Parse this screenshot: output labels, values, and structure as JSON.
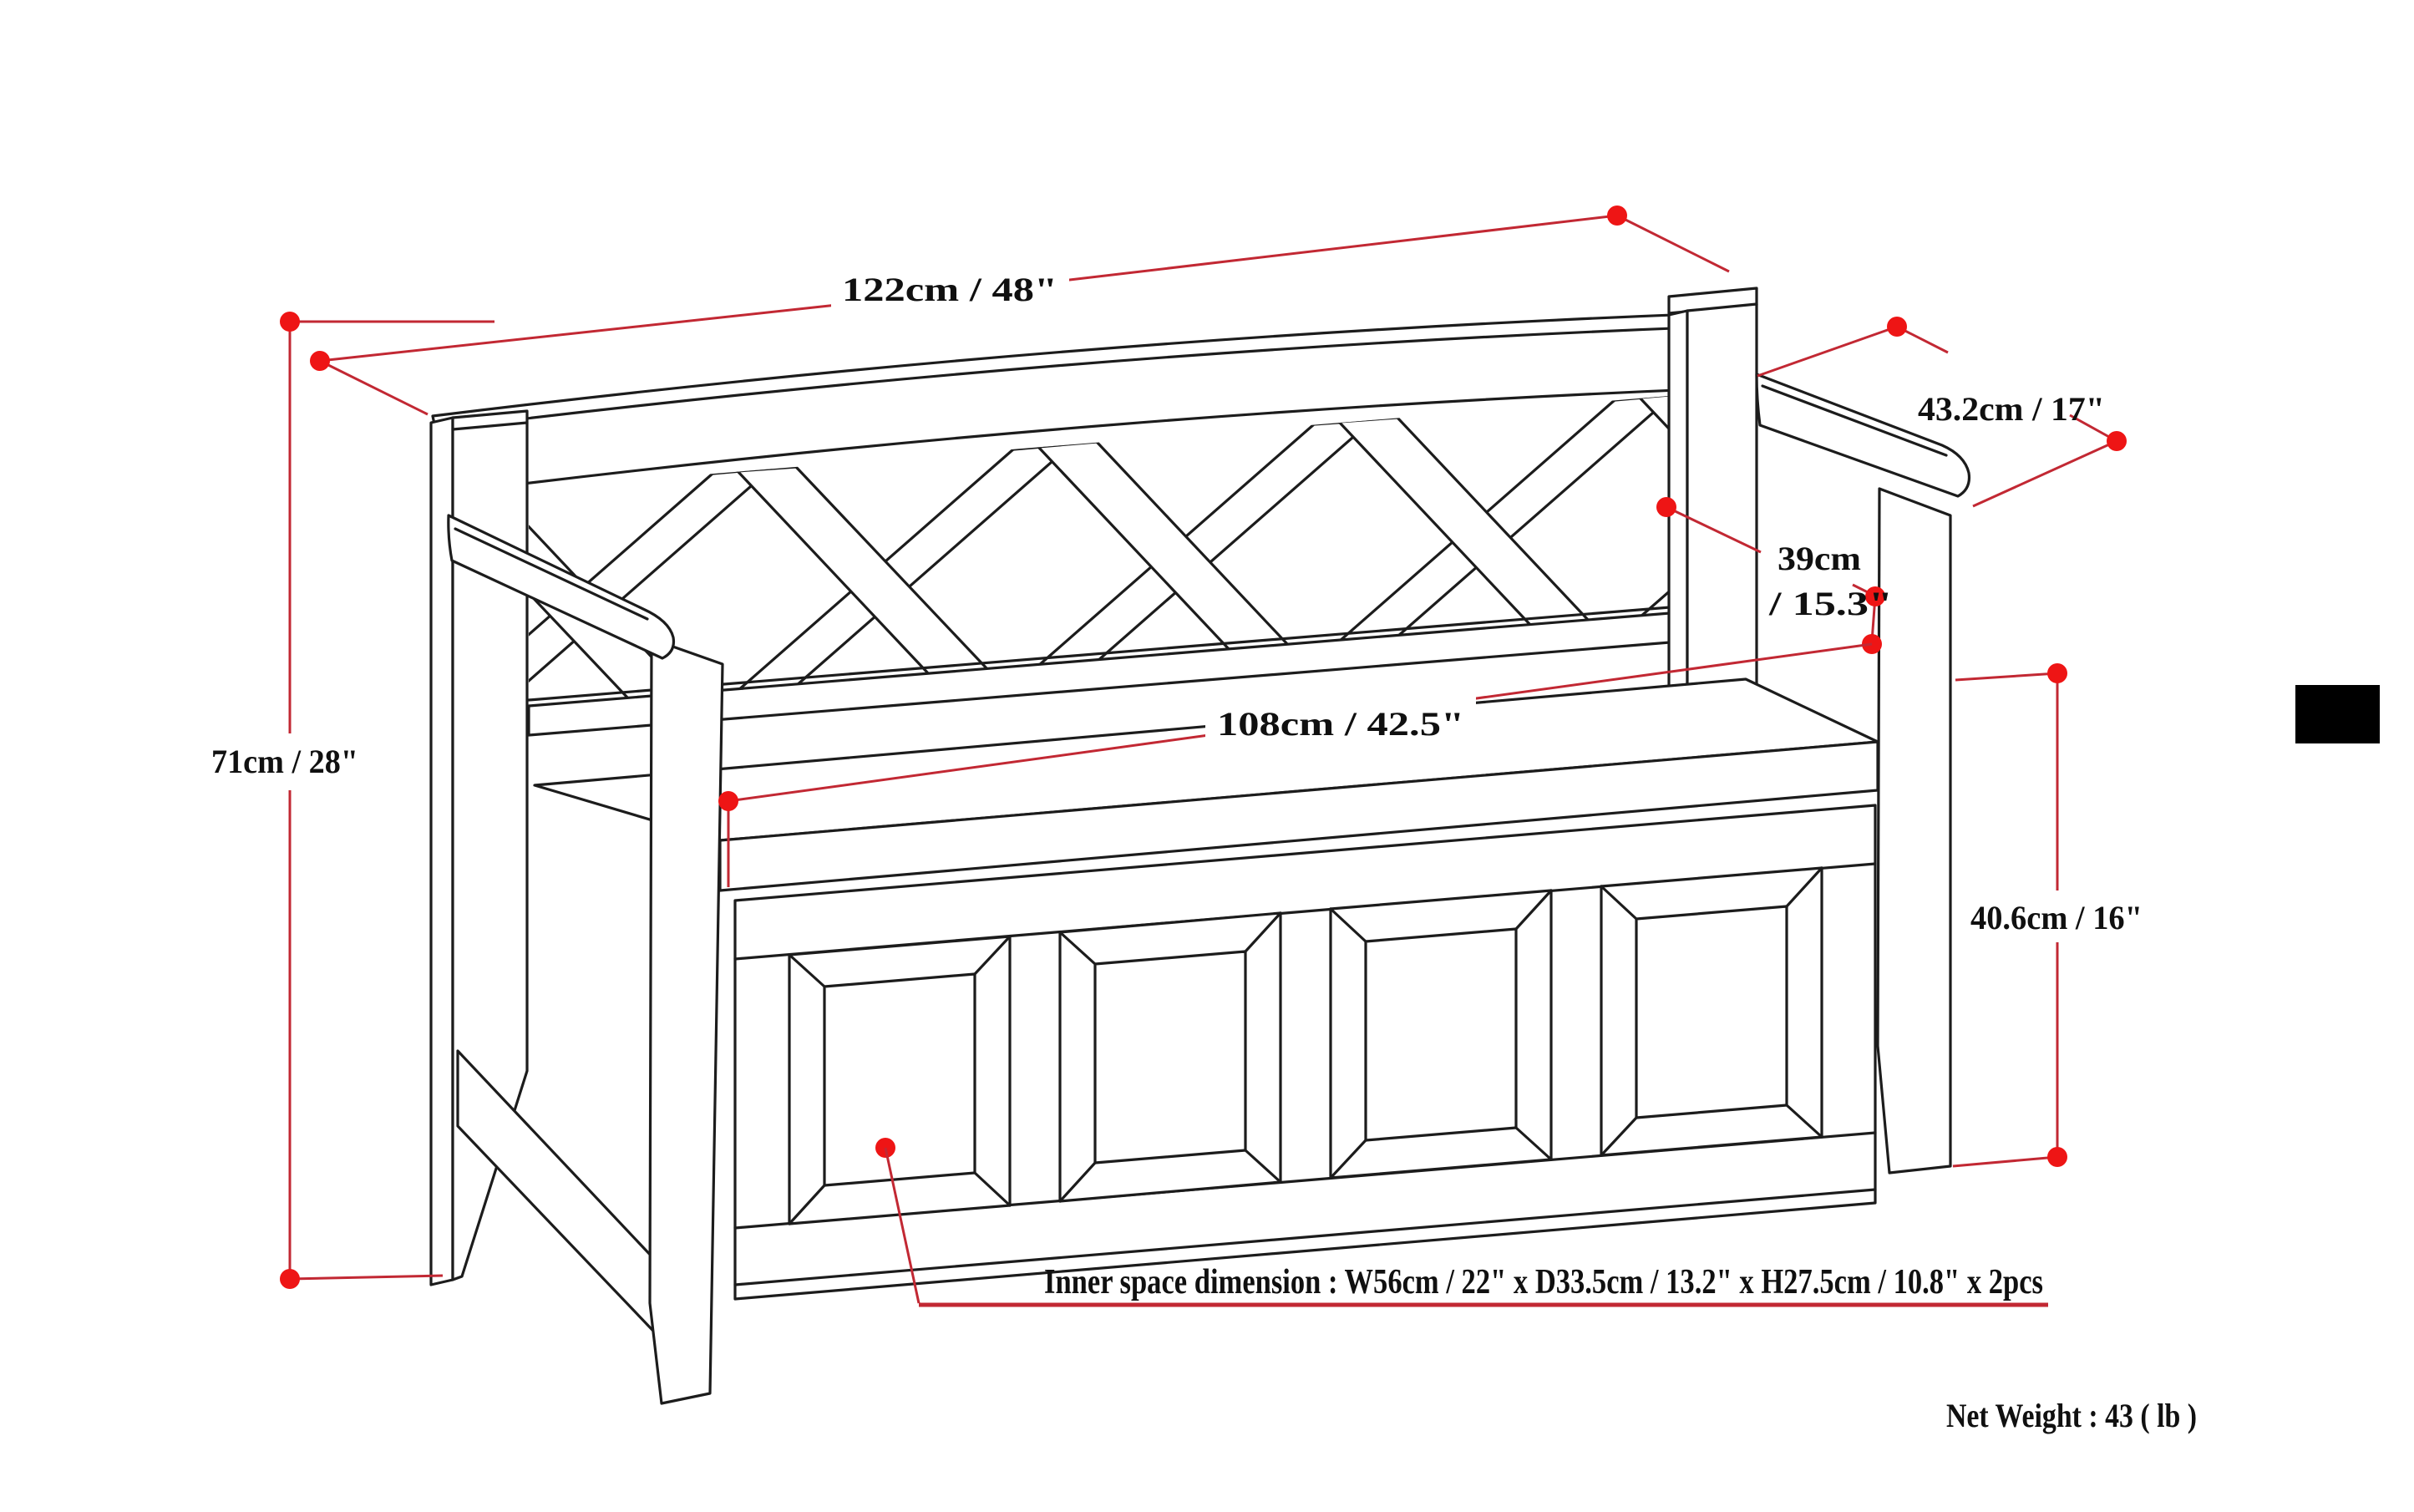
{
  "product": {
    "type": "entryway storage bench diagram",
    "views": "isometric line drawing with red dimension callouts"
  },
  "dimensions": {
    "overall_width": {
      "label": "122cm / 48\""
    },
    "overall_height": {
      "label": "71cm / 28\""
    },
    "overall_depth": {
      "label": "43.2cm / 17\""
    },
    "back_height": {
      "label_line1": "39cm",
      "label_line2": "/ 15.3\""
    },
    "seat_width": {
      "label": "108cm / 42.5\""
    },
    "seat_height": {
      "label": "40.6cm / 16\""
    }
  },
  "notes": {
    "inner_space": "Inner space dimension : W56cm / 22\" x D33.5cm / 13.2\" x H27.5cm / 10.8\" x 2pcs",
    "net_weight": "Net Weight : 43 ( lb )"
  },
  "colors": {
    "dimension_line": "#c22833",
    "marker_dot": "#ee1515",
    "drawing_line": "#1c1c1c",
    "background": "#ffffff",
    "censor_block": "#000000"
  }
}
